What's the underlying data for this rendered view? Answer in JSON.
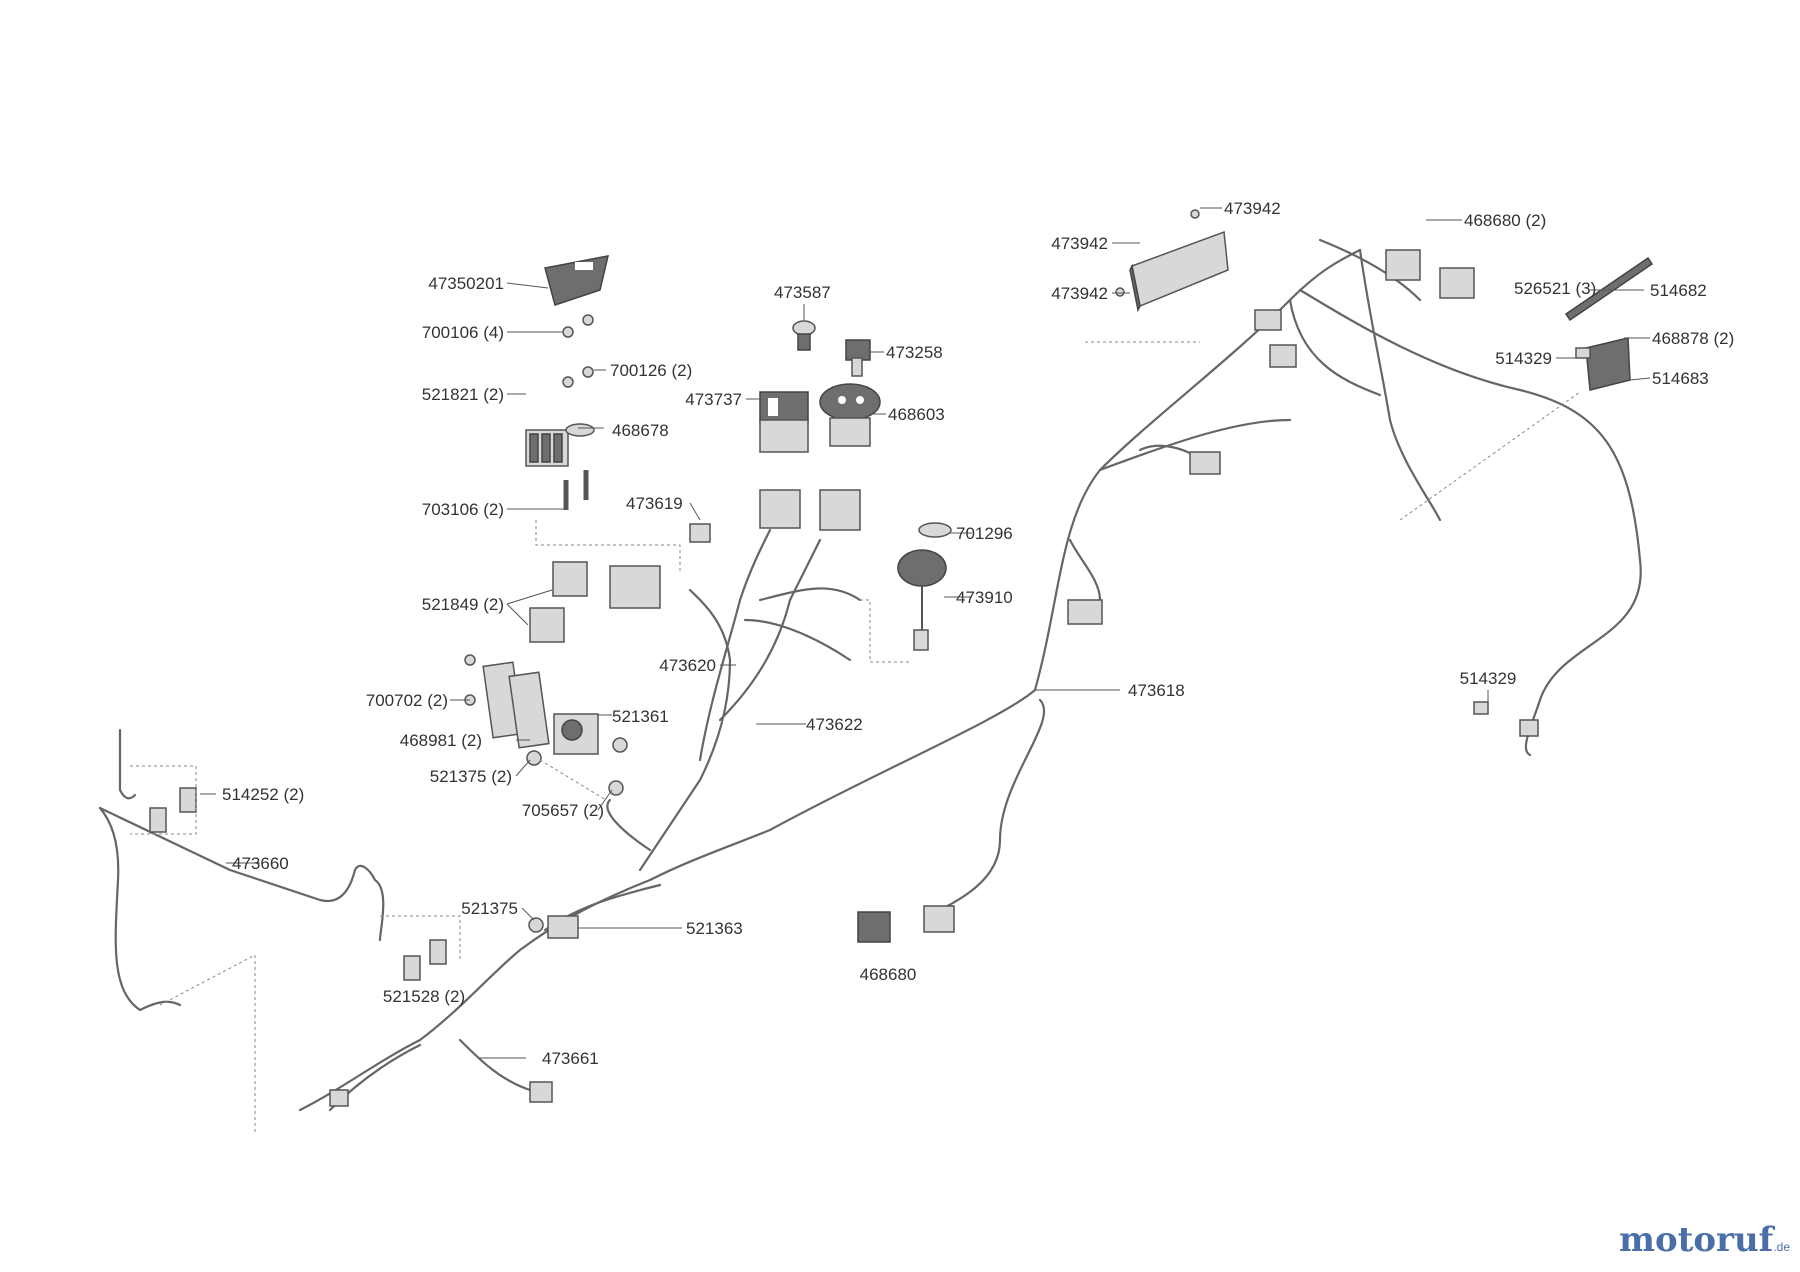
{
  "labels": {
    "p47350201": "47350201",
    "p700106": "700106 (4)",
    "p700126": "700126 (2)",
    "p521821": "521821 (2)",
    "p468678": "468678",
    "p703106": "703106 (2)",
    "p473619": "473619",
    "p521849": "521849 (2)",
    "p473587": "473587",
    "p473258": "473258",
    "p473737": "473737",
    "p468603": "468603",
    "p701296": "701296",
    "p473910": "473910",
    "p473620": "473620",
    "p473622": "473622",
    "p700702": "700702 (2)",
    "p521361": "521361",
    "p468981": "468981 (2)",
    "p521375a": "521375 (2)",
    "p705657": "705657 (2)",
    "p514252": "514252 (2)",
    "p473660": "473660",
    "p521375b": "521375",
    "p521363": "521363",
    "p521528": "521528 (2)",
    "p473661": "473661",
    "p468680a": "468680",
    "p473618": "473618",
    "p473942a": "473942",
    "p473942b": "473942",
    "p473942c": "473942",
    "p468680b": "468680 (2)",
    "p526521": "526521 (3)",
    "p514682": "514682",
    "p468878": "468878 (2)",
    "p514329a": "514329",
    "p514683": "514683",
    "p514329b": "514329"
  },
  "watermark": {
    "main": "motoruf",
    "suffix": ".de"
  }
}
